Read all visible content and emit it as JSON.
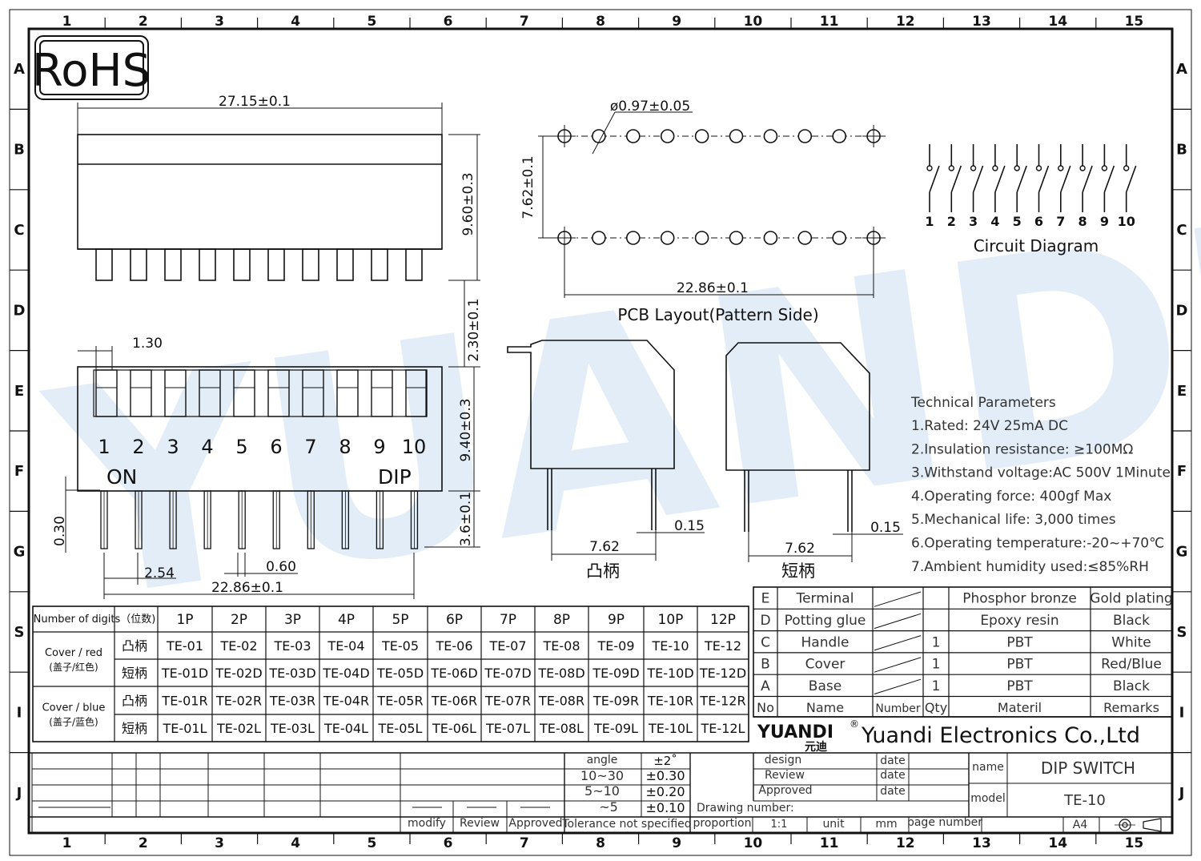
{
  "frame": {
    "cols": [
      "1",
      "2",
      "3",
      "4",
      "5",
      "6",
      "7",
      "8",
      "9",
      "10",
      "11",
      "12",
      "13",
      "14",
      "15"
    ],
    "rows": [
      "A",
      "B",
      "C",
      "D",
      "E",
      "F",
      "G",
      "S",
      "I",
      "J"
    ]
  },
  "logo": {
    "rohs": "RoHS",
    "watermark": "YUANDI 元迪"
  },
  "dims": {
    "width": "27.15±0.1",
    "height": "9.60±0.3",
    "stem": "2.30±0.1",
    "pitch_top": "1.30",
    "body": "9.40±0.3",
    "pin": "3.6±0.1",
    "pin_w": "0.30",
    "pitch": "2.54",
    "pin_gap": "0.60",
    "span": "22.86±0.1",
    "hole": "ø0.97±0.05",
    "row_gap": "7.62±0.1",
    "pcb_span": "22.86±0.1",
    "side1_w": "7.62",
    "side1_t": "0.15",
    "side2_w": "7.62",
    "side2_t": "0.15"
  },
  "switch_numbers": [
    "1",
    "2",
    "3",
    "4",
    "5",
    "6",
    "7",
    "8",
    "9",
    "10"
  ],
  "switch_on": "ON",
  "switch_dip": "DIP",
  "pcb_title": "PCB  Layout(Pattern  Side)",
  "circuit_title": "Circuit  Diagram",
  "circuit_numbers": [
    "1",
    "2",
    "3",
    "4",
    "5",
    "6",
    "7",
    "8",
    "9",
    "10"
  ],
  "side_labels": [
    "凸柄",
    "短柄"
  ],
  "tech": {
    "title": "Technical Parameters",
    "items": [
      "1.Rated: 24V 25mA  DC",
      "2.Insulation resistance: ≥100MΩ",
      "3.Withstand voltage:AC 500V 1Minute",
      "4.Operating force: 400gf Max",
      "5.Mechanical life: 3,000 times",
      "6.Operating temperature:-20~+70℃",
      "7.Ambient humidity used:≤85%RH"
    ]
  },
  "model_table": {
    "header": [
      "Number of digits（位数)",
      "",
      "1P",
      "2P",
      "3P",
      "4P",
      "5P",
      "6P",
      "7P",
      "8P",
      "9P",
      "10P",
      "12P"
    ],
    "groups": [
      {
        "label": "Cover / red",
        "label_cn": "(盖子/红色)",
        "rows": [
          {
            "type": "凸柄",
            "cells": [
              "TE-01",
              "TE-02",
              "TE-03",
              "TE-04",
              "TE-05",
              "TE-06",
              "TE-07",
              "TE-08",
              "TE-09",
              "TE-10",
              "TE-12"
            ]
          },
          {
            "type": "短柄",
            "cells": [
              "TE-01D",
              "TE-02D",
              "TE-03D",
              "TE-04D",
              "TE-05D",
              "TE-06D",
              "TE-07D",
              "TE-08D",
              "TE-09D",
              "TE-10D",
              "TE-12D"
            ]
          }
        ]
      },
      {
        "label": "Cover / blue",
        "label_cn": "(盖子/蓝色)",
        "rows": [
          {
            "type": "凸柄",
            "cells": [
              "TE-01R",
              "TE-02R",
              "TE-03R",
              "TE-04R",
              "TE-05R",
              "TE-06R",
              "TE-07R",
              "TE-08R",
              "TE-09R",
              "TE-10R",
              "TE-12R"
            ]
          },
          {
            "type": "短柄",
            "cells": [
              "TE-01L",
              "TE-02L",
              "TE-03L",
              "TE-04L",
              "TE-05L",
              "TE-06L",
              "TE-07L",
              "TE-08L",
              "TE-09L",
              "TE-10L",
              "TE-12L"
            ]
          }
        ]
      }
    ]
  },
  "bom": {
    "rows": [
      [
        "E",
        "Terminal",
        "",
        "",
        "Phosphor bronze",
        "Gold plating"
      ],
      [
        "D",
        "Potting glue",
        "",
        "",
        "Epoxy resin",
        "Black"
      ],
      [
        "C",
        "Handle",
        "",
        "1",
        "PBT",
        "White"
      ],
      [
        "B",
        "Cover",
        "",
        "1",
        "PBT",
        "Red/Blue"
      ],
      [
        "A",
        "Base",
        "",
        "1",
        "PBT",
        "Black"
      ]
    ],
    "header": [
      "No",
      "Name",
      "Number",
      "Qty",
      "Materil",
      "Remarks"
    ]
  },
  "company": {
    "logo": "YUANDI",
    "logo_cn": "元迪",
    "reg": "®",
    "name": "Yuandi Electronics Co.,Ltd"
  },
  "title_block": {
    "angle": "angle",
    "angle_val": "±2˚",
    "r1": "10~30",
    "r1v": "±0.30",
    "r2": "5~10",
    "r2v": "±0.20",
    "r3": "~5",
    "r3v": "±0.10",
    "modify": "modify",
    "review": "Review",
    "approved": "Approved",
    "tol": "Tolerance not specified",
    "proportion": "proportion",
    "design": "design",
    "review2": "Review",
    "approved2": "Approved",
    "date": "date",
    "drawing_number": "Drawing number:",
    "scale": "1:1",
    "unit": "unit",
    "mm": "mm",
    "page_number": "page number",
    "name_label": "name",
    "name_val": "DIP SWITCH",
    "model_label": "model",
    "model_val": "TE-10",
    "paper": "A4"
  }
}
